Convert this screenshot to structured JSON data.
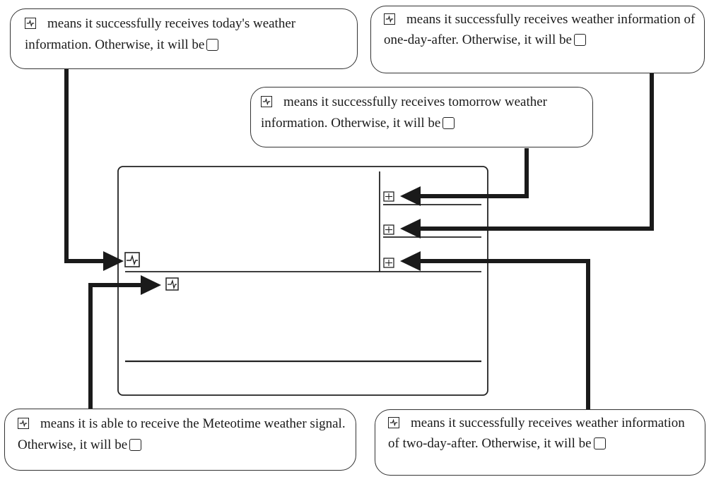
{
  "callouts": {
    "today": {
      "text": "means it successfully receives today's weather information. Otherwise, it will be",
      "icon": "signal-wave-icon"
    },
    "one_day_after": {
      "text": "means it successfully receives weather information of one-day-after. Otherwise, it will be",
      "icon": "signal-wave-icon"
    },
    "tomorrow": {
      "text": "means it successfully receives tomorrow weather information. Otherwise, it will be",
      "icon": "signal-wave-icon"
    },
    "meteotime": {
      "text": "means it is able to receive the Meteotime weather signal. Otherwise, it will be",
      "icon": "signal-wave-icon"
    },
    "two_day_after": {
      "text": "means it successfully receives weather information of two-day-after. Otherwise, it will be",
      "icon": "signal-wave-icon"
    }
  },
  "colors": {
    "line": "#1a1a1a",
    "border": "#333333",
    "background": "#ffffff"
  }
}
